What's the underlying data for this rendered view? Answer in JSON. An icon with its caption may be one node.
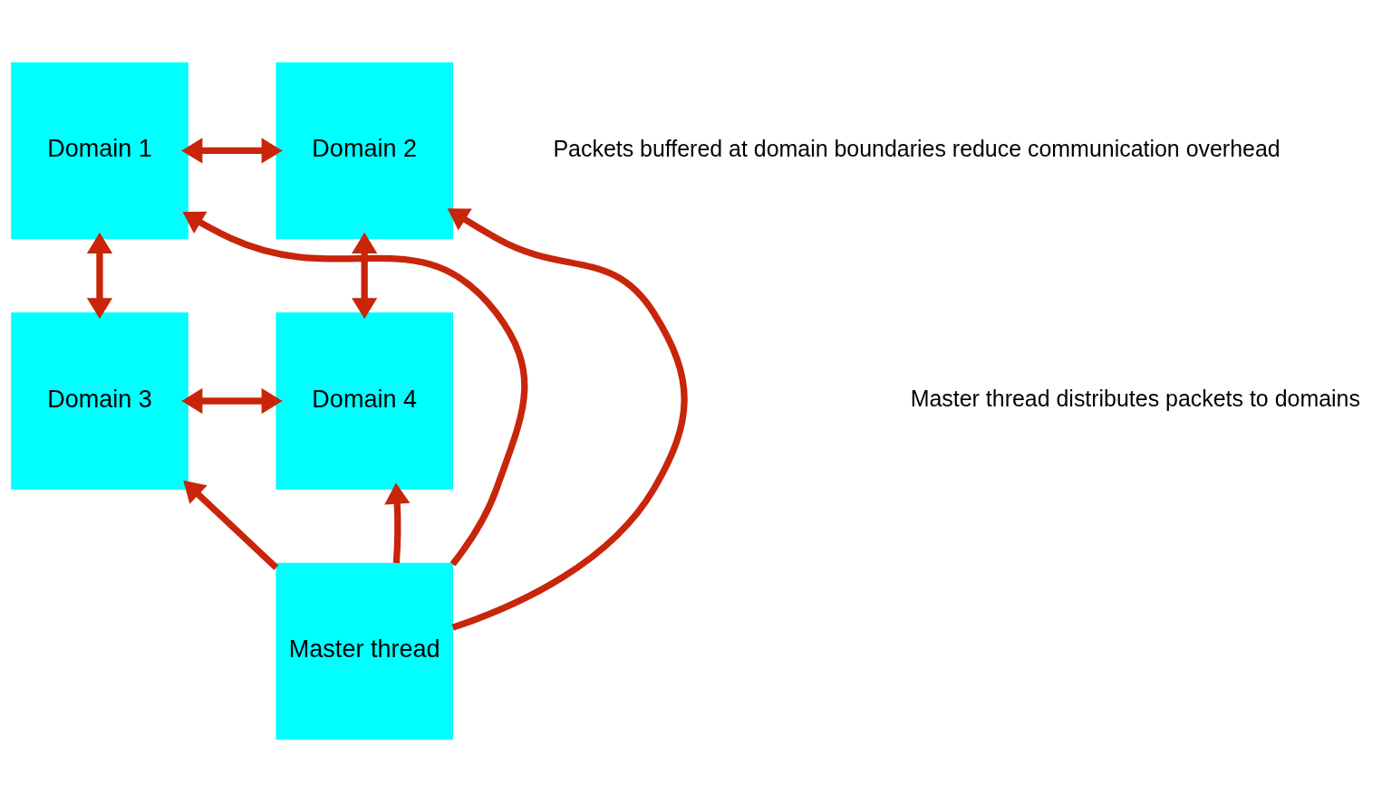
{
  "diagram": {
    "nodes": [
      {
        "text": [
          "Domain 1"
        ]
      },
      {
        "text": [
          "Domain 2"
        ]
      },
      {
        "text": [
          "Domain 3"
        ]
      },
      {
        "text": [
          "Domain 4"
        ]
      },
      {
        "text": [
          "Master thread"
        ]
      }
    ],
    "edges": [
      {
        "from": 0,
        "to": 1,
        "arrow": "both"
      },
      {
        "from": 0,
        "to": 2,
        "arrow": "both"
      },
      {
        "from": 1,
        "to": 3,
        "arrow": "both"
      },
      {
        "from": 2,
        "to": 3,
        "arrow": "both"
      },
      {
        "from": 4,
        "to": 1,
        "arrow": "to"
      },
      {
        "from": 4,
        "to": 0,
        "arrow": "to"
      },
      {
        "from": 4,
        "to": 3,
        "arrow": "to"
      },
      {
        "from": 4,
        "to": 2,
        "arrow": "to"
      }
    ],
    "labels": [
      "Packets buffered at domain boundaries reduce communication overhead",
      "Master thread distributes packets to domains"
    ]
  }
}
